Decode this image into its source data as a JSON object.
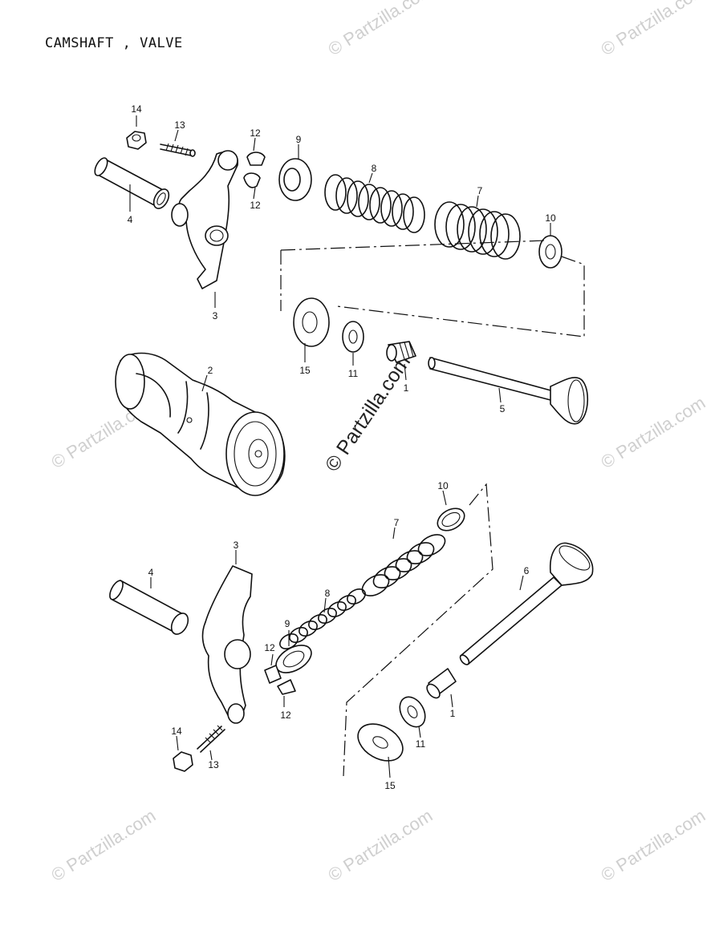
{
  "title": "CAMSHAFT , VALVE",
  "watermark_text": "© Partzilla.com",
  "center_watermark_text": "© Partzilla.com",
  "upper_assembly": {
    "labels": {
      "p14": "14",
      "p13": "13",
      "p12a": "12",
      "p12b": "12",
      "p9": "9",
      "p8": "8",
      "p7": "7",
      "p10": "10",
      "p4": "4",
      "p3": "3",
      "p15": "15",
      "p11": "11",
      "p1": "1",
      "p2": "2",
      "p5": "5"
    }
  },
  "lower_assembly": {
    "labels": {
      "p10": "10",
      "p7": "7",
      "p3": "3",
      "p4": "4",
      "p8": "8",
      "p6": "6",
      "p9": "9",
      "p12a": "12",
      "p12b": "12",
      "p14": "14",
      "p13": "13",
      "p1": "1",
      "p11": "11",
      "p15": "15"
    }
  }
}
